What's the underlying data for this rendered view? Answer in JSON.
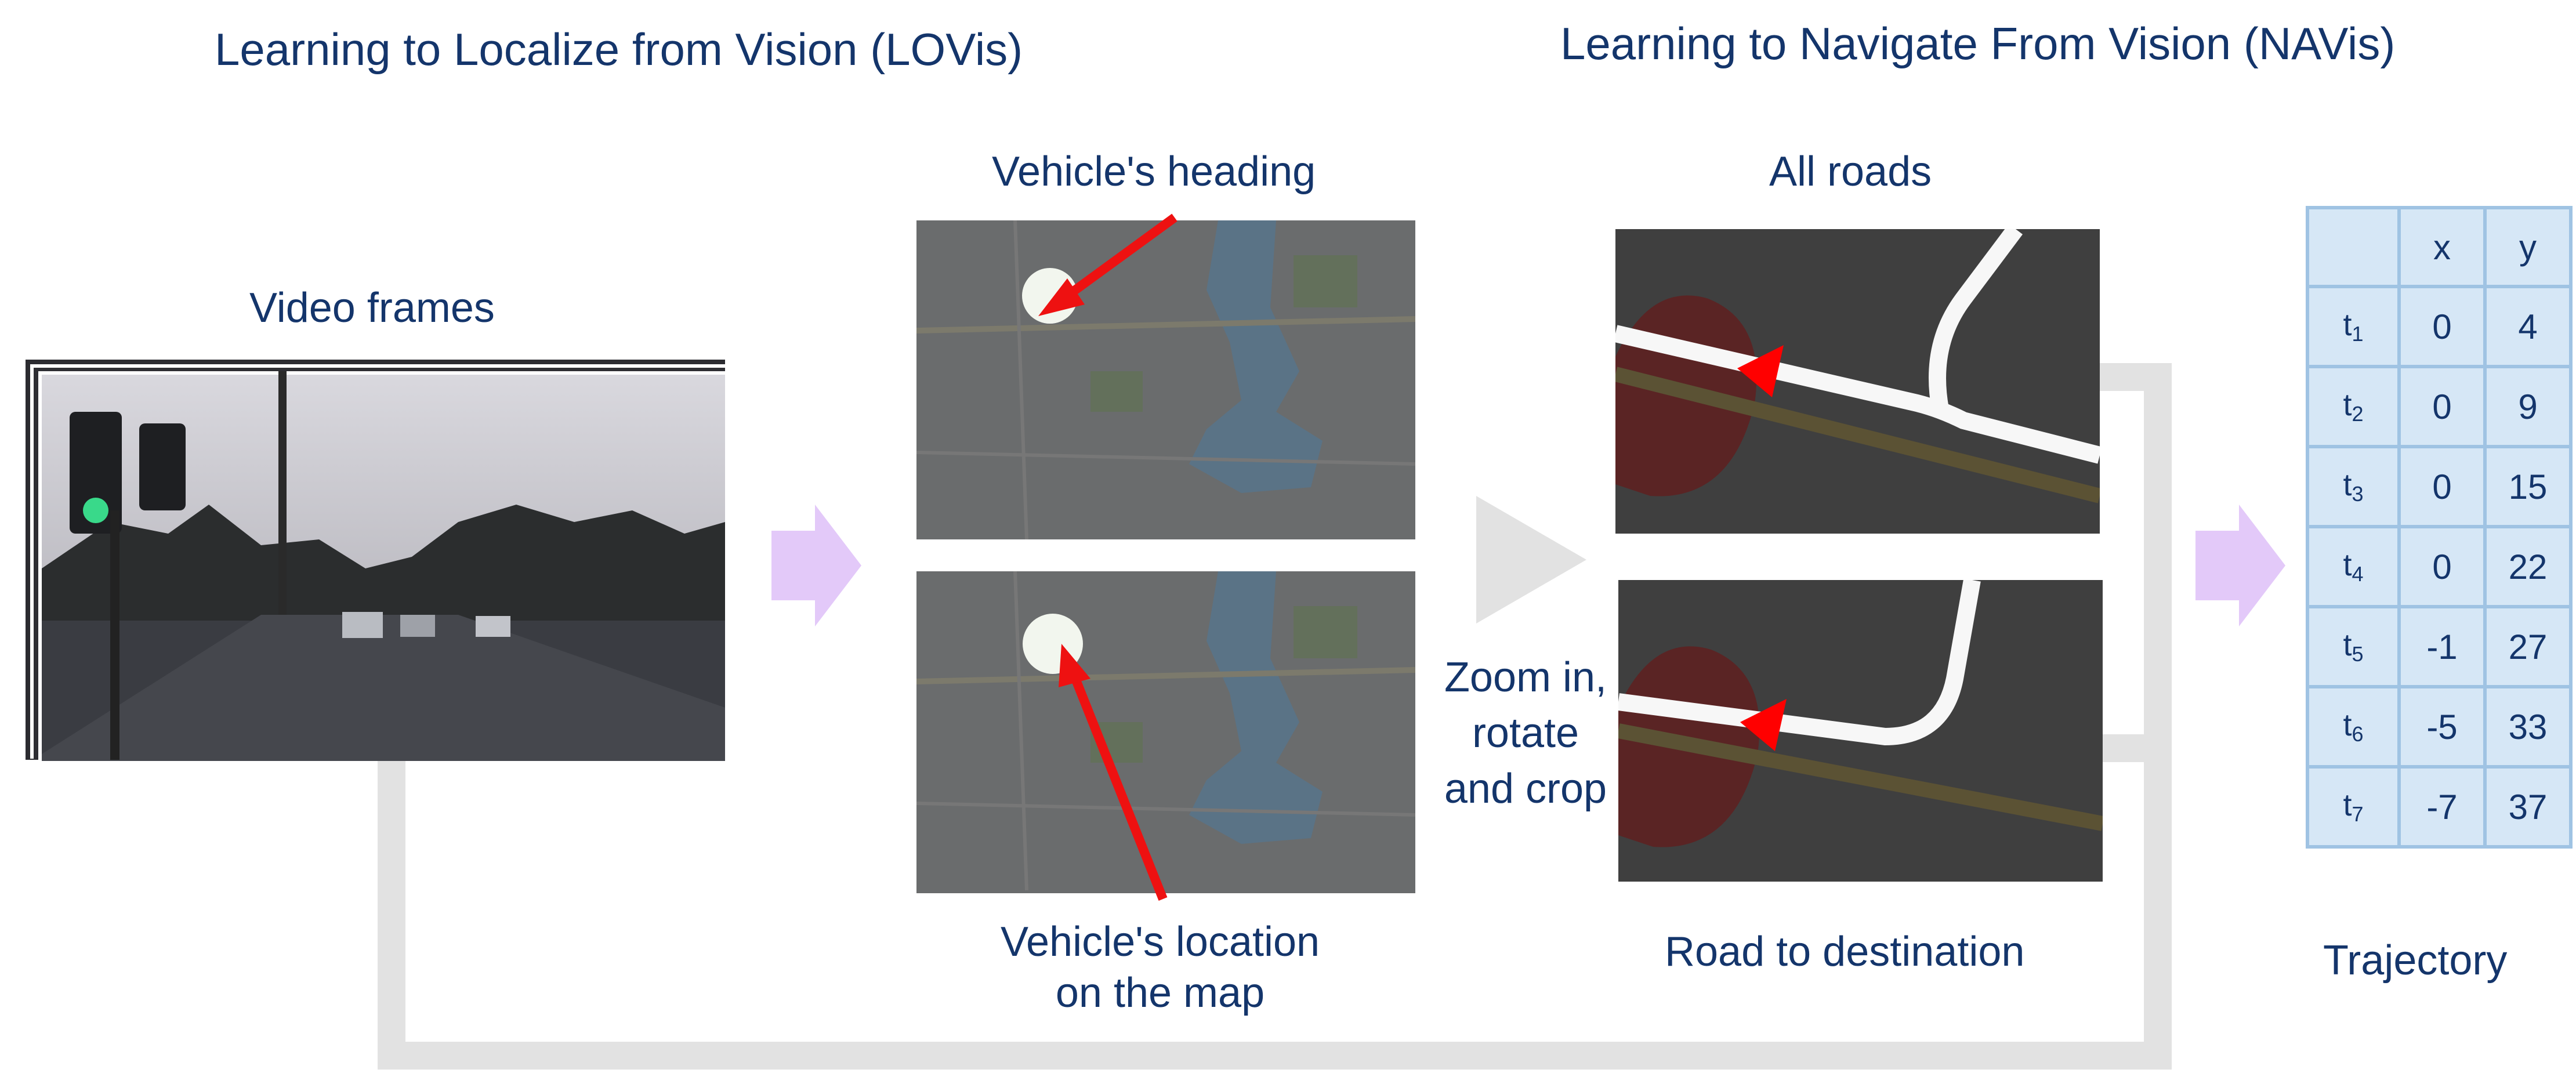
{
  "titles": {
    "left": "Learning to Localize from Vision (LOVis)",
    "right": "Learning to Navigate From Vision (NAVis)"
  },
  "labels": {
    "video_frames": "Video frames",
    "heading": "Vehicle's heading",
    "location_line1": "Vehicle's location",
    "location_line2": "on the map",
    "all_roads": "All roads",
    "zoom_line1": "Zoom in,",
    "zoom_line2": "rotate",
    "zoom_line3": "and crop",
    "road_dest": "Road to destination",
    "trajectory": "Trajectory"
  },
  "table": {
    "headers": [
      "",
      "x",
      "y"
    ],
    "rows": [
      {
        "t": "t",
        "sub": "1",
        "x": "0",
        "y": "4"
      },
      {
        "t": "t",
        "sub": "2",
        "x": "0",
        "y": "9"
      },
      {
        "t": "t",
        "sub": "3",
        "x": "0",
        "y": "15"
      },
      {
        "t": "t",
        "sub": "4",
        "x": "0",
        "y": "22"
      },
      {
        "t": "t",
        "sub": "5",
        "x": "-1",
        "y": "27"
      },
      {
        "t": "t",
        "sub": "6",
        "x": "-5",
        "y": "33"
      },
      {
        "t": "t",
        "sub": "7",
        "x": "-7",
        "y": "37"
      }
    ]
  },
  "colors": {
    "text": "#14356b",
    "flow_arrow": "#e3c9f9",
    "gray_arrow": "#e2e2e2",
    "pointer": "#ee1111",
    "feedback_line": "#e2e2e2"
  }
}
